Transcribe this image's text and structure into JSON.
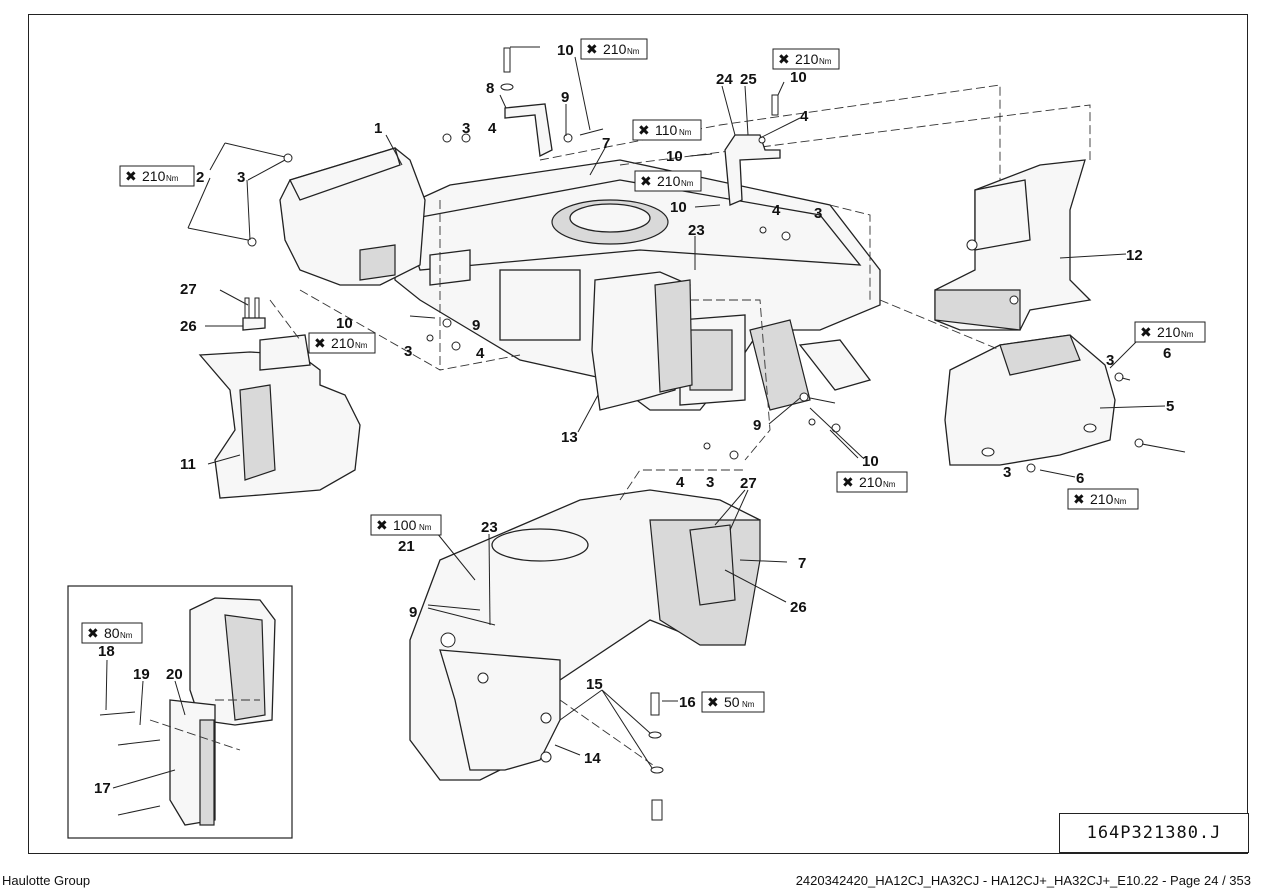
{
  "footer": {
    "left": "Haulotte Group",
    "right": "2420342420_HA12CJ_HA32CJ - HA12CJ+_HA32CJ+_E10.22 - Page 24 / 353"
  },
  "reference_code": "164P321380.J",
  "torque_unit": "Nm",
  "torques": {
    "t_bolt10_top": "210",
    "t_bolt10_right_top": "210",
    "t_bolt10_mid": "110",
    "t_bolt10_mid2": "210",
    "t_bolt2": "210",
    "t_bolt10_left": "210",
    "t_bolt6_top": "210",
    "t_bolt10_bottom": "210",
    "t_bolt6_bottom": "210",
    "t_bolt21": "100",
    "t_bolt16": "50",
    "t_bolt18": "80"
  },
  "callouts": {
    "c1": "1",
    "c2": "2",
    "c3a": "3",
    "c3b": "3",
    "c3c": "3",
    "c3d": "3",
    "c3e": "3",
    "c3f": "3",
    "c3g": "3",
    "c4a": "4",
    "c4b": "4",
    "c4c": "4",
    "c4d": "4",
    "c4e": "4",
    "c5": "5",
    "c6a": "6",
    "c6b": "6",
    "c7a": "7",
    "c7b": "7",
    "c8": "8",
    "c9a": "9",
    "c9b": "9",
    "c9c": "9",
    "c9d": "9",
    "c10a": "10",
    "c10b": "10",
    "c10c": "10",
    "c10d": "10",
    "c10e": "10",
    "c10f": "10",
    "c11": "11",
    "c12": "12",
    "c13": "13",
    "c14": "14",
    "c15": "15",
    "c16": "16",
    "c17": "17",
    "c18": "18",
    "c19": "19",
    "c20": "20",
    "c21": "21",
    "c23a": "23",
    "c23b": "23",
    "c24": "24",
    "c25": "25",
    "c26a": "26",
    "c26b": "26",
    "c27a": "27",
    "c27b": "27"
  }
}
